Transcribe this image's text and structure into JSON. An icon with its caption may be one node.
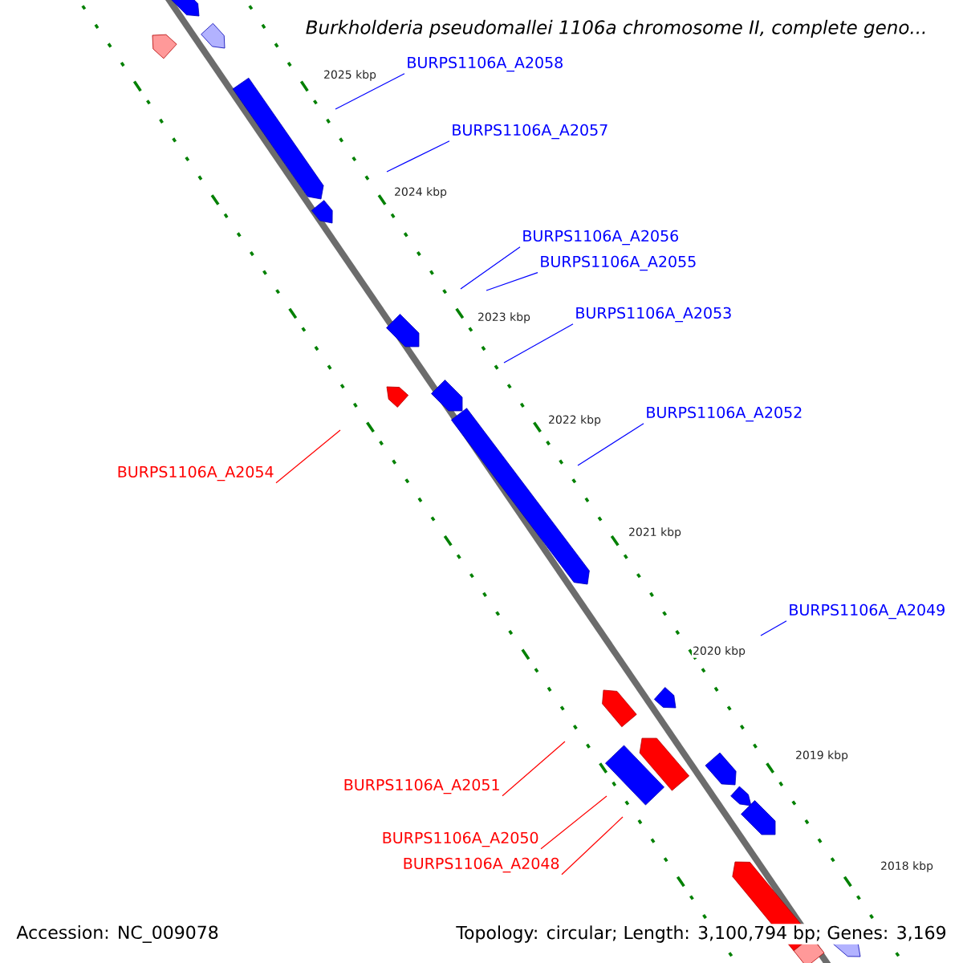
{
  "diagram": {
    "title": "Burkholderia pseudomallei 1106a chromosome II, complete geno...",
    "nodes": [
      {
        "text": [
          "BURPS1106A_A2058"
        ]
      },
      {
        "text": [
          "BURPS1106A_A2057"
        ]
      },
      {
        "text": [
          "BURPS1106A_A2056"
        ]
      },
      {
        "text": [
          "BURPS1106A_A2055"
        ]
      },
      {
        "text": [
          "BURPS1106A_A2053"
        ]
      },
      {
        "text": [
          "BURPS1106A_A2052"
        ]
      },
      {
        "text": [
          "BURPS1106A_A2054"
        ]
      },
      {
        "text": [
          "BURPS1106A_A2049"
        ]
      },
      {
        "text": [
          "BURPS1106A_A2051"
        ]
      },
      {
        "text": [
          "BURPS1106A_A2050"
        ]
      },
      {
        "text": [
          "BURPS1106A_A2048"
        ]
      }
    ],
    "edges": [
      {
        "from": 0,
        "to": null,
        "arrow": "none"
      },
      {
        "from": 1,
        "to": null,
        "arrow": "none"
      },
      {
        "from": 2,
        "to": null,
        "arrow": "none"
      },
      {
        "from": 3,
        "to": null,
        "arrow": "none"
      },
      {
        "from": 4,
        "to": null,
        "arrow": "none"
      },
      {
        "from": 5,
        "to": null,
        "arrow": "none"
      },
      {
        "from": 6,
        "to": null,
        "arrow": "none",
        "color": "#ff0000"
      },
      {
        "from": 7,
        "to": null,
        "arrow": "none"
      },
      {
        "from": 8,
        "to": null,
        "arrow": "none",
        "color": "#ff0000"
      },
      {
        "from": 9,
        "to": null,
        "arrow": "none",
        "color": "#ff0000"
      },
      {
        "from": 10,
        "to": null,
        "arrow": "none",
        "color": "#ff0000"
      }
    ],
    "labels": [
      "2025 kbp",
      "2024 kbp",
      "2023 kbp",
      "2022 kbp",
      "2021 kbp",
      "2020 kbp",
      "2019 kbp",
      "2018 kbp",
      "Accession: NC_009078",
      "Topology: circular; Length: 3,100,794 bp; Genes: 3,169"
    ]
  }
}
